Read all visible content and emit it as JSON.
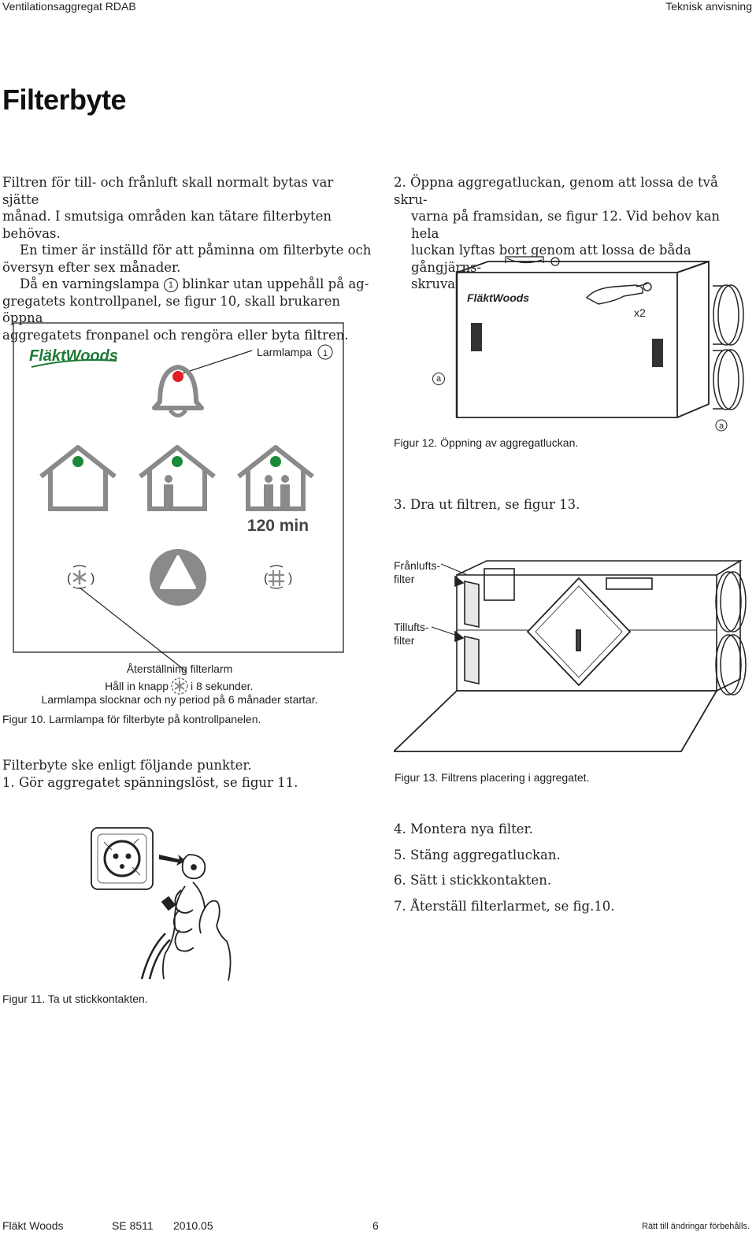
{
  "header": {
    "left": "Ventilationsaggregat RDAB",
    "right": "Teknisk anvisning"
  },
  "title": "Filterbyte",
  "intro": {
    "lines": [
      "Filtren för till- och frånluft skall normalt bytas var sjätte",
      "månad. I smutsiga områden kan tätare filterbyten behövas.",
      "En timer är inställd för att påminna om filterbyte och",
      "översyn efter sex månader."
    ],
    "warning_pre": "Då en varningslampa",
    "warning_num": "1",
    "warning_post": "blinkar utan uppehåll på ag-",
    "warning_lines": [
      "gregatets kontrollpanel, se figur 10, skall brukaren öppna",
      "aggregatets fronpanel och rengöra eller byta filtren."
    ]
  },
  "fig10": {
    "logo": "FläktWoods",
    "lamp_label": "Larmlampa",
    "lamp_num": "1",
    "timer_text": "120 min",
    "reset_title": "Återställning filterlarm",
    "reset_pre": "Håll in knapp",
    "reset_post": "i 8 sekunder.",
    "reset_line2": "Larmlampa slocknar och ny period på 6 månader startar.",
    "caption": "Figur 10.  Larmlampa för filterbyte på kontrollpanelen.",
    "colors": {
      "alarm": "#e31e24",
      "indicator": "#1a8a3a",
      "icon": "#8a8a8a"
    }
  },
  "procedure": {
    "intro": "Filterbyte ske enligt följande punkter.",
    "step1": "1. Gör aggregatet spänningslöst, se figur 11."
  },
  "fig11": {
    "caption": "Figur 11. Ta ut stickkontakten."
  },
  "step2": {
    "lines": [
      "2. Öppna aggregatluckan, genom att lossa de två skru-",
      "varna på framsidan, se figur 12. Vid behov kan hela",
      "luckan lyftas bort genom att lossa de båda gångjärns-",
      "skruvara, se a-markeringar."
    ]
  },
  "fig12": {
    "logo": "FläktWoods",
    "x2": "x2",
    "marker": "a",
    "caption": "Figur 12. Öppning av aggregatluckan."
  },
  "step3": "3. Dra ut filtren, se figur 13.",
  "fig13": {
    "label_exhaust_1": "Frånlufts-",
    "label_exhaust_2": "filter",
    "label_supply_1": "Tillufts-",
    "label_supply_2": "filter",
    "caption": "Figur 13. Filtrens placering i aggregatet."
  },
  "steps_rest": [
    "4. Montera nya filter.",
    "5. Stäng aggregatluckan.",
    "6. Sätt i stickkontakten.",
    "7. Återställ filterlarmet, se fig.10."
  ],
  "footer": {
    "company": "Fläkt Woods",
    "doc": "SE 8511",
    "date": "2010.05",
    "page": "6",
    "note": "Rätt till ändringar förbehålls."
  }
}
